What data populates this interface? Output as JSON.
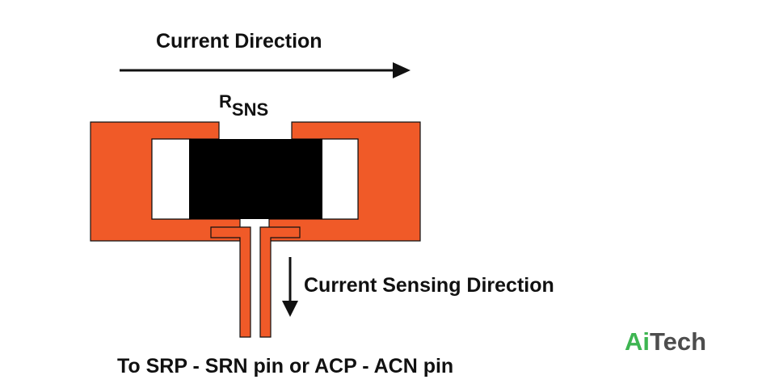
{
  "diagram": {
    "current_direction_label": "Current Direction",
    "resistor_label_main": "R",
    "resistor_label_sub": "SNS",
    "sensing_direction_label": "Current Sensing Direction",
    "pin_label": "To SRP - SRN pin or ACP - ACN pin"
  },
  "brand": {
    "part1": "Ai",
    "part2": "Tech"
  },
  "colors": {
    "copper": "#F05A28",
    "resistor_body": "#000000",
    "outline": "#111111",
    "brand_green": "#3DB551",
    "brand_gray": "#4D4D4D"
  }
}
